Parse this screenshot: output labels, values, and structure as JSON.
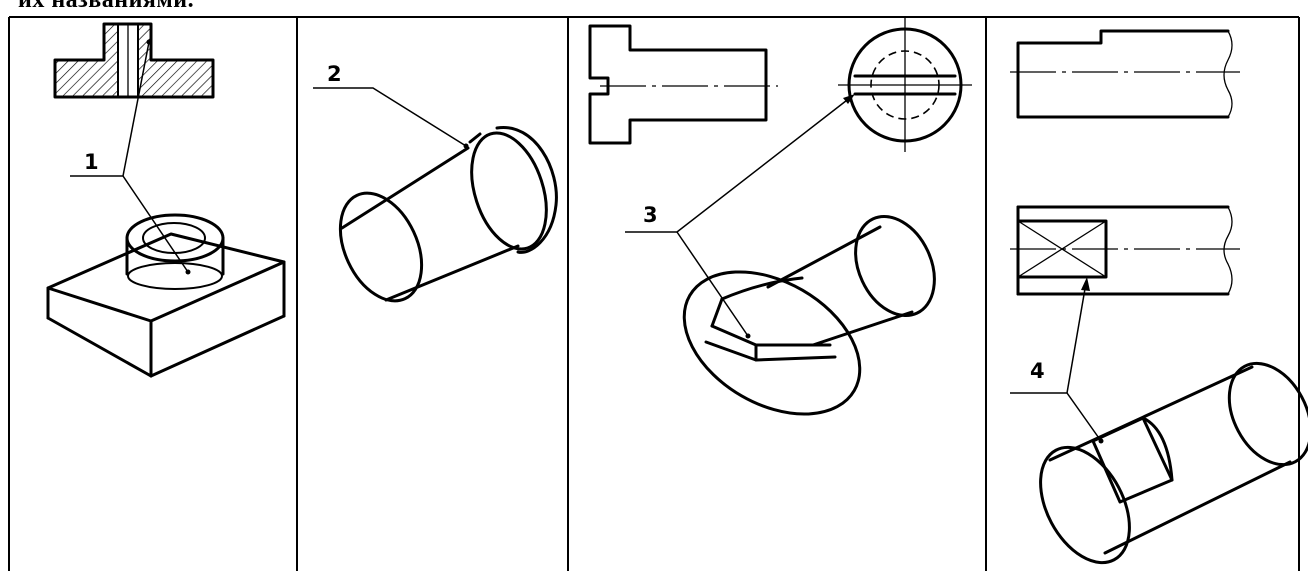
{
  "caption": "их названиями.",
  "panels": [
    {
      "label": "1",
      "depicts": "boss"
    },
    {
      "label": "2",
      "depicts": "collar"
    },
    {
      "label": "3",
      "depicts": "slot"
    },
    {
      "label": "4",
      "depicts": "flat"
    }
  ]
}
